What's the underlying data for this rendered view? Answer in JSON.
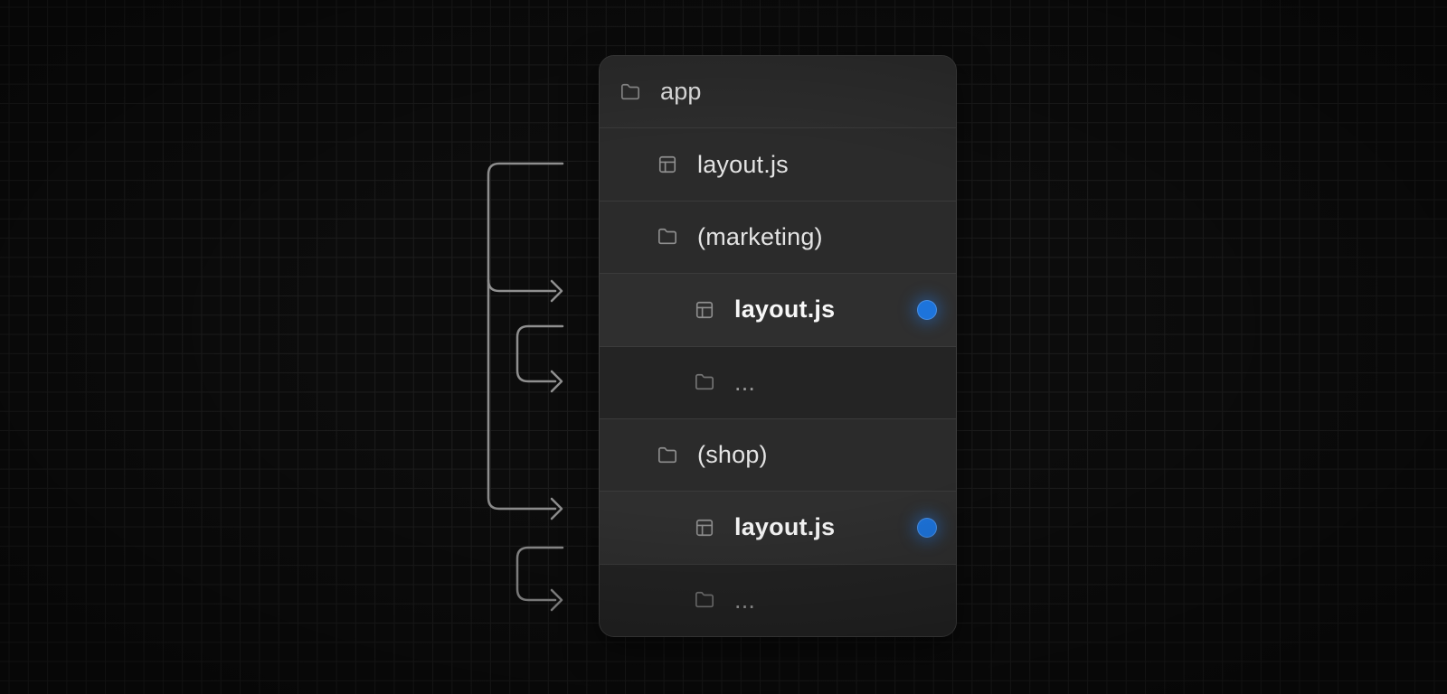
{
  "diagram": {
    "description": "Nested layouts file-tree diagram",
    "root_label": "app"
  },
  "file_tree": {
    "rows": [
      {
        "label": "app",
        "icon": "folder-icon",
        "indent": 0,
        "style": "header",
        "dot": false
      },
      {
        "label": "layout.js",
        "icon": "layout-icon",
        "indent": 1,
        "style": "normal",
        "dot": false
      },
      {
        "label": "(marketing)",
        "icon": "folder-icon",
        "indent": 1,
        "style": "normal",
        "dot": false
      },
      {
        "label": "layout.js",
        "icon": "layout-icon",
        "indent": 2,
        "style": "bold",
        "dot": true
      },
      {
        "label": "...",
        "icon": "folder-icon",
        "indent": 2,
        "style": "dim",
        "dot": false
      },
      {
        "label": "(shop)",
        "icon": "folder-icon",
        "indent": 1,
        "style": "normal",
        "dot": false
      },
      {
        "label": "layout.js",
        "icon": "layout-icon",
        "indent": 2,
        "style": "bold",
        "dot": true
      },
      {
        "label": "...",
        "icon": "folder-icon",
        "indent": 2,
        "style": "dim",
        "dot": false
      }
    ],
    "connections": [
      {
        "from": "app/layout.js",
        "to": "app/(marketing)/layout.js"
      },
      {
        "from": "app/layout.js",
        "to": "app/(shop)/layout.js"
      },
      {
        "from": "app/(marketing)/layout.js",
        "to": "app/(marketing)/..."
      },
      {
        "from": "app/(shop)/layout.js",
        "to": "app/(shop)/..."
      }
    ]
  },
  "colors": {
    "canvas_bg": "#0c0c0c",
    "grid_line": "#1d1d1d",
    "panel_bg": "#2b2b2b",
    "panel_border": "#3e3e3e",
    "row_divider": "#3b3b3b",
    "row_highlight_bg": "#2f2f2f",
    "row_dim_bg": "#242424",
    "text_normal": "#e4e4e4",
    "text_bold": "#f7f7f7",
    "text_dim": "#9a9a9a",
    "icon_gray": "#8f8f8f",
    "arrow_gray": "#8f8f8f",
    "active_dot_blue": "#1d74dc"
  }
}
